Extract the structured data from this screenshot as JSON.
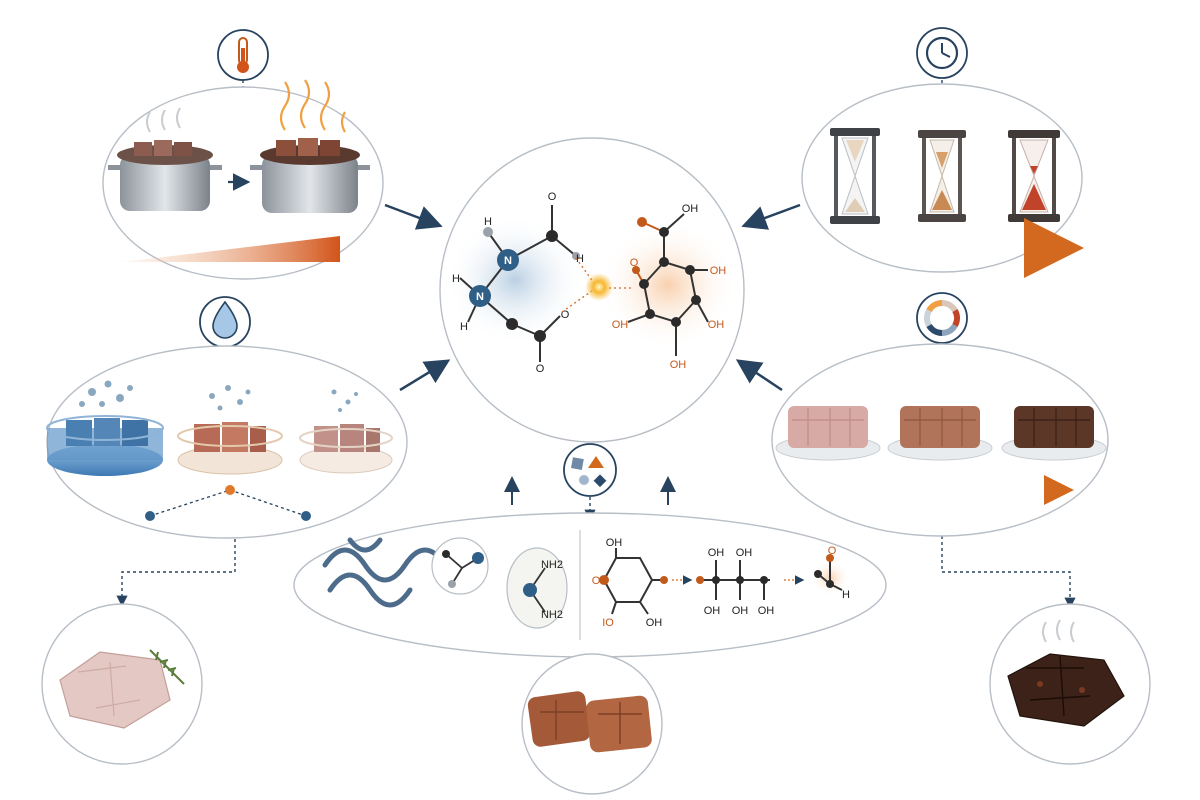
{
  "molecule_labels": {
    "amino_o_top": "O",
    "amino_h_top": "H",
    "amino_n1": "N",
    "amino_h_right": "H",
    "amino_h_left": "H",
    "amino_n2": "N",
    "amino_h_bottom": "H",
    "amino_o_right": "O",
    "amino_o_bottom": "O",
    "sugar_oh_top": "OH",
    "sugar_o_ring": "O",
    "sugar_oh_r1": "OH",
    "sugar_oh_l": "OH",
    "sugar_oh_r2": "OH",
    "sugar_oh_bottom": "OH"
  },
  "bottom_labels": {
    "nh2_top": "NH2",
    "nh2_bottom": "NH2",
    "glucose_oh_top": "OH",
    "glucose_o_left": "O",
    "glucose_oh_bl": "IO",
    "glucose_oh_br": "OH",
    "chain_oh_1": "OH",
    "chain_oh_2": "OH",
    "chain_oh_3": "OH",
    "chain_oh_4": "OH",
    "chain_oh_5": "OH",
    "aldehyde_o": "O",
    "aldehyde_h": "H"
  },
  "colors": {
    "arrow": "#27435f",
    "orange": "#d2691e",
    "nitrogen": "#2f5f86",
    "outline": "#b7bec6",
    "meat_raw": "#c9a49e",
    "meat_mid": "#a5694a",
    "meat_dark": "#4a2a1c"
  },
  "icons": [
    "thermometer-icon",
    "clock-icon",
    "water-drop-icon",
    "color-scale-icon",
    "particles-icon"
  ]
}
